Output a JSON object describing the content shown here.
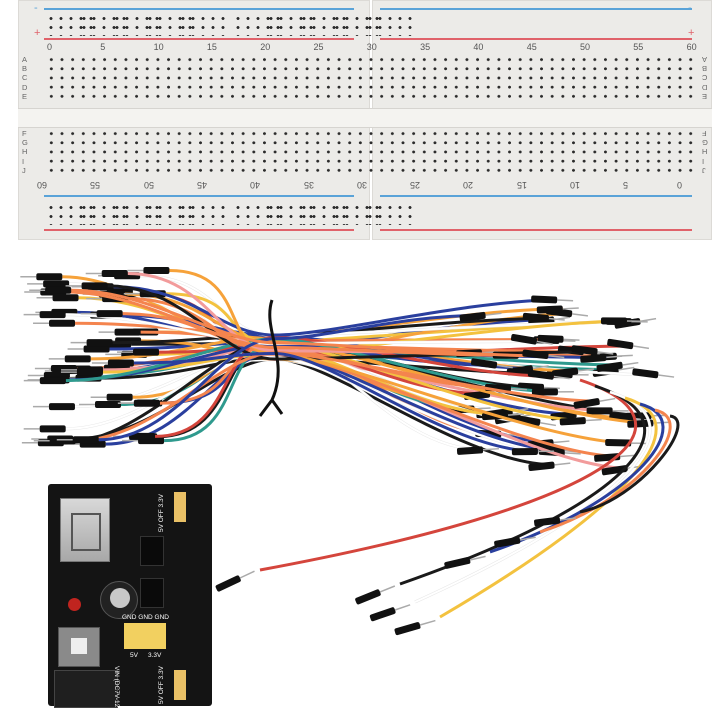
{
  "breadboard": {
    "top_numbers": [
      "0",
      "5",
      "10",
      "15",
      "20",
      "25",
      "30",
      "35",
      "40",
      "45",
      "50",
      "55",
      "60"
    ],
    "bottom_numbers": [
      "60",
      "55",
      "50",
      "45",
      "40",
      "35",
      "30",
      "25",
      "20",
      "15",
      "10",
      "5",
      "0"
    ],
    "rows_top": [
      "A",
      "B",
      "C",
      "D",
      "E"
    ],
    "rows_bottom": [
      "F",
      "G",
      "H",
      "I",
      "J"
    ],
    "rail_minus": "-",
    "rail_plus": "+",
    "colors": {
      "board": "#ecebe8",
      "rail_blue": "#5aa3d8",
      "rail_red": "#e0626a"
    }
  },
  "jumper_wires": {
    "palette": [
      "#1a1a1a",
      "#f6a23a",
      "#f4844e",
      "#ffffff",
      "#2a3f9e",
      "#f3c23f",
      "#d4453c",
      "#2f9a8e",
      "#f29b9b"
    ]
  },
  "power_module": {
    "top_jumper_label": "5V OFF 3.3V",
    "bottom_jumper_label": "5V OFF 3.3V",
    "gnd_labels": [
      "GND",
      "GND",
      "GND"
    ],
    "out_5v": "5V",
    "out_33v": "3.3V",
    "vin_label": "VIN (DC7V-12V)",
    "colors": {
      "pcb": "#141414",
      "header": "#f2d060"
    }
  }
}
